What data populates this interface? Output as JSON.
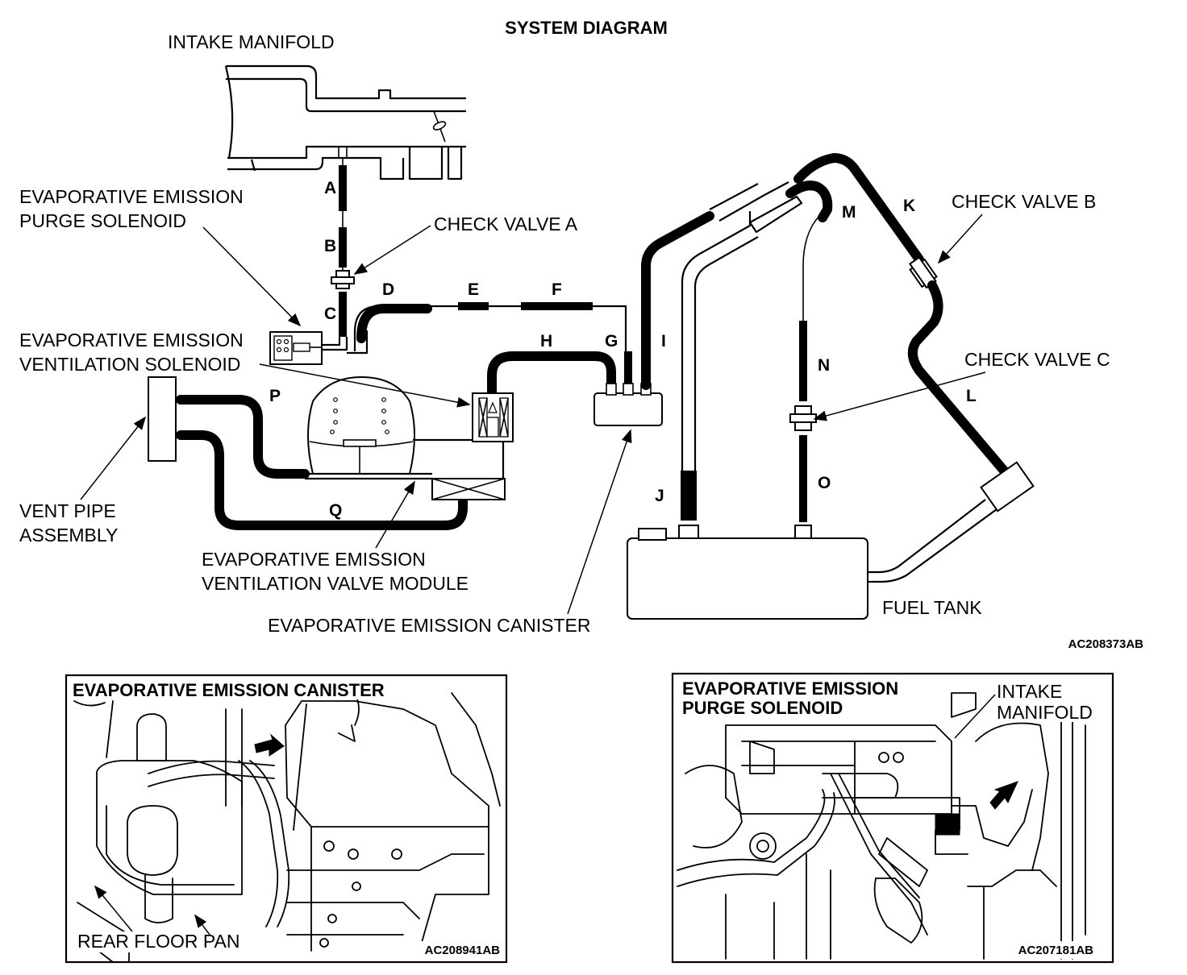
{
  "diagram": {
    "title": "SYSTEM DIAGRAM",
    "code": "AC208373AB",
    "components": {
      "intake_manifold": "INTAKE MANIFOLD",
      "purge_solenoid": [
        "EVAPORATIVE EMISSION",
        "PURGE SOLENOID"
      ],
      "ventilation_solenoid": [
        "EVAPORATIVE EMISSION",
        "VENTILATION SOLENOID"
      ],
      "check_valve_a": "CHECK VALVE A",
      "check_valve_b": "CHECK VALVE B",
      "check_valve_c": "CHECK VALVE C",
      "vent_pipe": [
        "VENT PIPE",
        "ASSEMBLY"
      ],
      "ventilation_valve_module": [
        "EVAPORATIVE EMISSION",
        "VENTILATION VALVE MODULE"
      ],
      "canister": "EVAPORATIVE EMISSION CANISTER",
      "fuel_tank": "FUEL TANK"
    },
    "hoses": [
      "A",
      "B",
      "C",
      "D",
      "E",
      "F",
      "G",
      "H",
      "I",
      "J",
      "K",
      "L",
      "M",
      "N",
      "O",
      "P",
      "Q"
    ]
  },
  "inset_canister": {
    "title": "EVAPORATIVE EMISSION CANISTER",
    "label": "REAR FLOOR PAN",
    "code": "AC208941AB"
  },
  "inset_purge": {
    "title": [
      "EVAPORATIVE EMISSION",
      "PURGE SOLENOID"
    ],
    "label": [
      "INTAKE",
      "MANIFOLD"
    ],
    "code": "AC207181AB"
  }
}
